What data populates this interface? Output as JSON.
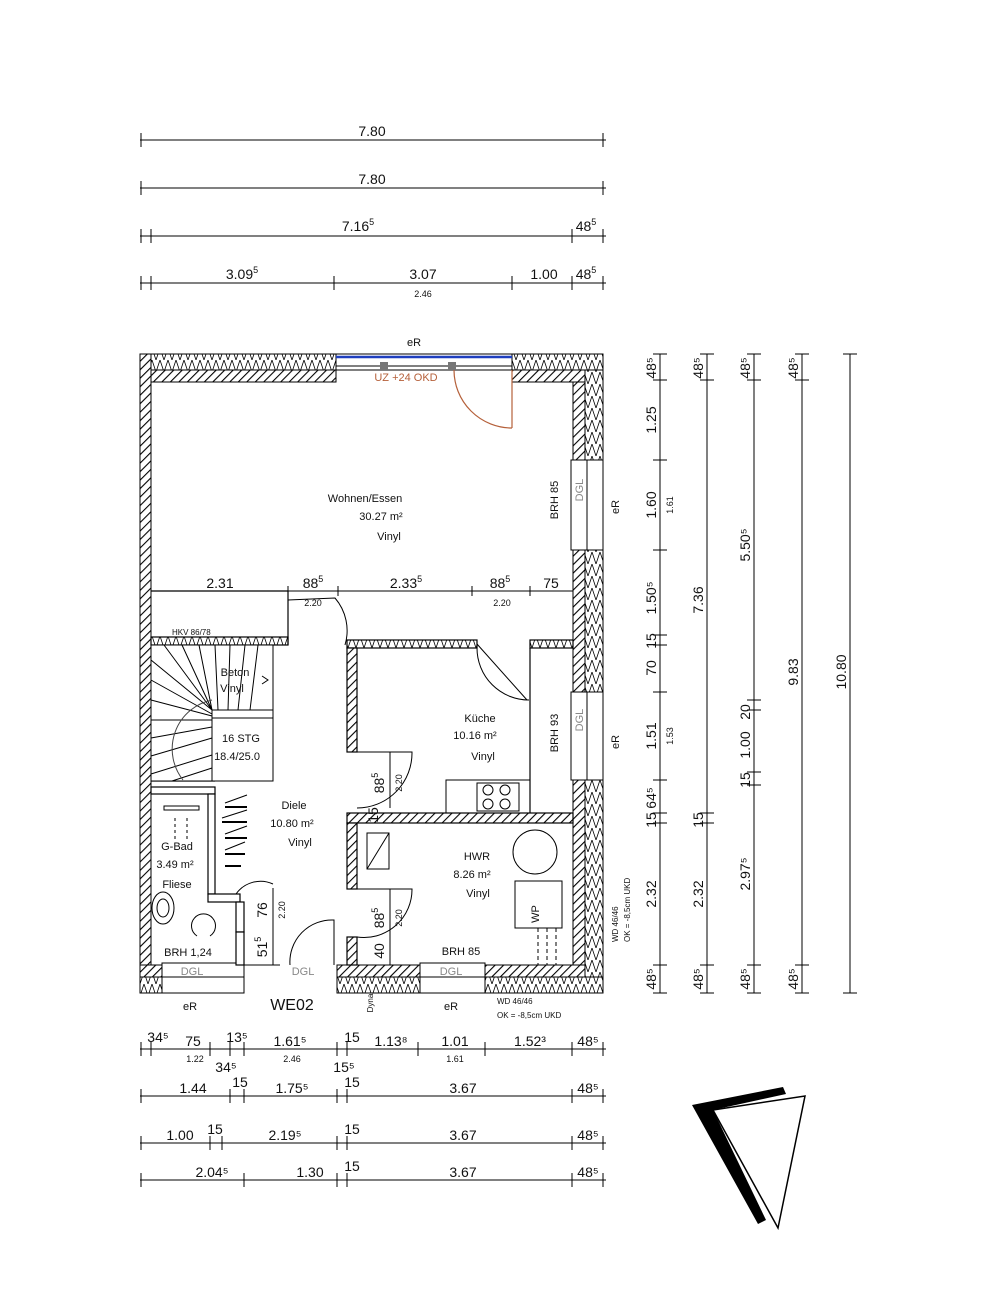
{
  "plan_label": "WE02",
  "rooms": {
    "wohnen": {
      "name": "Wohnen/Essen",
      "area": "30.27 m²",
      "floor": "Vinyl"
    },
    "kueche": {
      "name": "Küche",
      "area": "10.16 m²",
      "floor": "Vinyl"
    },
    "diele": {
      "name": "Diele",
      "area": "10.80 m²",
      "floor": "Vinyl"
    },
    "hwr": {
      "name": "HWR",
      "area": "8.26 m²",
      "floor": "Vinyl"
    },
    "gbad": {
      "name": "G-Bad",
      "area": "3.49 m²",
      "floor": "Fliese"
    }
  },
  "stair": {
    "top1": "Beton",
    "top2": "Vinyl",
    "steps": "16 STG",
    "ratio": "18.4/25.0"
  },
  "labels": {
    "er": "eR",
    "uz": "UZ +24 OKD",
    "hkv": "HKV 86/78",
    "brh85": "BRH 85",
    "brh93": "BRH 93",
    "brh124": "BRH 1,24",
    "dgl": "DGL",
    "wp": "WP",
    "dyna": "Dyna",
    "wd1": "WD 46/46",
    "wd2": "OK = -8,5cm UKD"
  },
  "dims_top": {
    "r1": "7.80",
    "r2": "7.80",
    "r3a": "7.16",
    "r3a_s": "5",
    "r3b": "48",
    "r3b_s": "5",
    "r4a": "3.09",
    "r4a_s": "5",
    "r4b": "3.07",
    "r4c": "1.00",
    "r4d": "48",
    "r4d_s": "5",
    "r4sub": "2.46"
  },
  "dims_inner": {
    "a": "2.31",
    "b": "88",
    "b_s": "5",
    "b_sub": "2.20",
    "c": "2.33",
    "c_s": "5",
    "d": "88",
    "d_s": "5",
    "d_sub": "2.20",
    "e": "75",
    "k1": "88",
    "k1_s": "5",
    "k1_sub": "2.20",
    "k2": "15",
    "h1": "88",
    "h1_s": "5",
    "h1_sub": "2.20",
    "h2": "40",
    "t1": "76",
    "t1_sub": "2.20",
    "t2": "51",
    "t2_s": "5"
  },
  "dims_right": {
    "c1": [
      "48⁵",
      "1.25",
      "1.60",
      "1.50⁵",
      "15",
      "70",
      "1.51",
      "64⁵",
      "15",
      "2.32",
      "48⁵"
    ],
    "c1_sub": [
      "1.61",
      "1.53"
    ],
    "c2": [
      "48⁵",
      "7.36",
      "15",
      "2.32",
      "48⁵"
    ],
    "c3": [
      "48⁵",
      "5.50⁵",
      "20",
      "1.00",
      "15",
      "2.97⁵",
      "48⁵"
    ],
    "c4": [
      "48⁵",
      "9.83",
      "48⁵"
    ],
    "c5": [
      "10.80"
    ]
  },
  "dims_bottom": {
    "r1": [
      "34⁵",
      "75",
      "13⁵",
      "1.61⁵",
      "15",
      "1.13⁸",
      "1.01",
      "1.52³",
      "48⁵"
    ],
    "r1_sub": [
      "1.22",
      "34⁵",
      "2.46",
      "15⁵",
      "1.61"
    ],
    "r2": [
      "1.44",
      "15",
      "1.75⁵",
      "15",
      "3.67",
      "48⁵"
    ],
    "r3": [
      "1.00",
      "15",
      "2.19⁵",
      "15",
      "3.67",
      "48⁵"
    ],
    "r4": [
      "2.04⁵",
      "1.30",
      "15",
      "3.67",
      "48⁵"
    ]
  },
  "colors": {
    "wall": "#1a1a1a",
    "door": "#b5603a",
    "window": "#1f3fbf",
    "dgl": "#888888"
  }
}
